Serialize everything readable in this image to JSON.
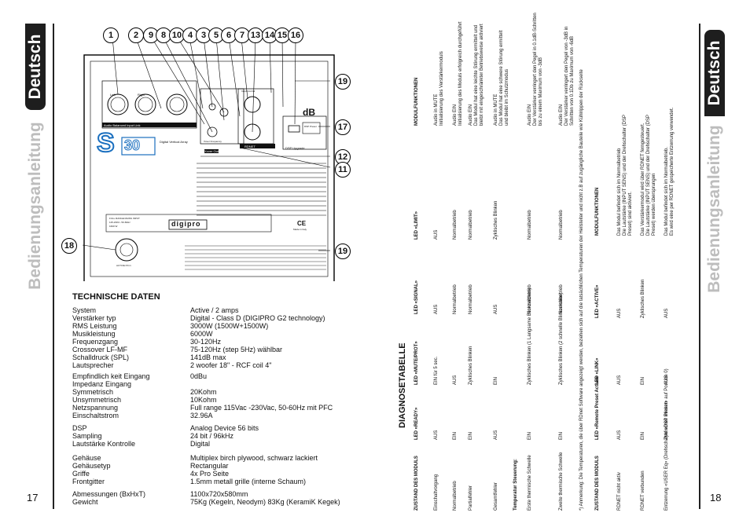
{
  "header": {
    "lang": "Deutsch",
    "edge_title": "Bedienungsanleitung"
  },
  "pages": {
    "left": "17",
    "right": "18"
  },
  "panel": {
    "callouts_top": [
      "1",
      "2",
      "9",
      "8",
      "10",
      "4",
      "3",
      "5",
      "6",
      "7",
      "13",
      "14",
      "15",
      "16"
    ],
    "callouts_side": [
      "19",
      "17",
      "12",
      "11",
      "18",
      "19"
    ],
    "labels": {
      "audio_input": "Audio Balanced Input Link",
      "left": "Left",
      "right": "Right",
      "digital_amp": "Digital Vertical Array",
      "model": "30",
      "model_letter": "S",
      "xover_out": "Xover Out",
      "xover_freq": "Xover Frequency",
      "rdnet": "RDNET",
      "dsp": "DSP Upgrade",
      "dsp_preset": "DSP Preset",
      "input_control": "Input Control",
      "power": "ACTIVE P.F.C.",
      "digipro": "digipro",
      "made_in": "Made in Italy",
      "ce": "CE",
      "full_range": "FULL RANGE MAINS INPUT",
      "voltage1": "115-230V~ 50-60Hz",
      "voltage2": "1600 W",
      "brand": "dB"
    }
  },
  "tech": {
    "title": "TECHNISCHE DATEN",
    "rows": [
      {
        "label": "System",
        "value": "Active / 2 amps"
      },
      {
        "label": "Verstärker typ",
        "value": "Digital - Class D (DIGIPRO G2 technology)"
      },
      {
        "label": "RMS Leistung",
        "value": "3000W (1500W+1500W)"
      },
      {
        "label": "Musikleistung",
        "value": "6000W"
      },
      {
        "label": "Frequenzgang",
        "value": "30-120Hz"
      },
      {
        "label": "Crossover LF-MF",
        "value": "75-120Hz (step 5Hz) wählbar"
      },
      {
        "label": "Schalldruck  (SPL)",
        "value": "141dB max"
      },
      {
        "label": "Lautsprecher",
        "value": "2 woofer 18\" - RCF coil 4\""
      },
      {
        "label": "Empfindlich keit Eingang",
        "value": "0dBu"
      },
      {
        "label": "Impedanz Eingang",
        "value": ""
      },
      {
        "label": "      Symmetrisch",
        "value": "20Kohm"
      },
      {
        "label": "      Unsymmetrisch",
        "value": "10Kohm"
      },
      {
        "label": "Netzspannung",
        "value": "Full range 115Vac -230Vac,  50-60Hz  mit PFC"
      },
      {
        "label": "Einschaltstrom",
        "value": "32.96A"
      },
      {
        "label": "DSP",
        "value": "Analog Device 56 bits"
      },
      {
        "label": "Sampling",
        "value": "24 bit / 96kHz"
      },
      {
        "label": "Lautstärke Kontrolle",
        "value": "Digital"
      },
      {
        "label": "Gehäuse",
        "value": "Multiplex birch plywood, schwarz lackiert"
      },
      {
        "label": "Gehäusetyp",
        "value": "Rectangular"
      },
      {
        "label": "Griffe",
        "value": "4x Pro Seite"
      },
      {
        "label": "Frontgitter",
        "value": "1.5mm metall grille (interne Schaum)"
      },
      {
        "label": "Abmessungen  (BxHxT)",
        "value": "1100x720x580mm"
      },
      {
        "label": "Gewicht",
        "value": "75Kg (Kegeln, Neodym)  83Kg (KeramiK Kegek)"
      }
    ]
  },
  "diag": {
    "title": "DIAGNOSETABELLE",
    "headers": [
      "ZUSTAND DES MODULS",
      "LED «READY»",
      "LED «MUTE/PROT»",
      "LED «SIGNAL»",
      "LED «LIMIT»",
      "MODULFUNKTIONEN"
    ],
    "rows": [
      {
        "state": "Einschaltvorgang",
        "ready": "AUS",
        "mute": "EIN für  5 sec.",
        "signal": "AUS",
        "limit": "AUS",
        "func": [
          "Audio in MUTE",
          "Initialisierung des Verstärkermoduls"
        ]
      },
      {
        "state": "Normalbetrieb",
        "ready": "EIN",
        "mute": "AUS",
        "signal": "Normalbetrieb",
        "limit": "Normalbetrieb",
        "func": [
          "Audio EIN",
          "Initialisierung des Moduls erfolgreich durchgeführt"
        ]
      },
      {
        "state": "Partialfehler",
        "ready": "EIN",
        "mute": "Zyklisches Blinken",
        "signal": "Normalbetrieb",
        "limit": "Normalbetrieb",
        "func": [
          "Audio EIN",
          "Das Modul hat eine leichte Störung ermittelt und",
          "bleibt mit eingeschränkter Betriebsweise aktiviert"
        ]
      },
      {
        "state": "Gesamtfehler",
        "ready": "AUS",
        "mute": "EIN",
        "signal": "AUS",
        "limit": "Zyklisches Blinken",
        "func": [
          "Audio in MUTE",
          "Das Modul hat eine schwere Störung ermittelt",
          "und bleibt im Schutzmodus"
        ]
      },
      {
        "state": "Temperatur Steuerung:",
        "ready": "",
        "mute": "",
        "signal": "",
        "limit": "",
        "func": []
      },
      {
        "state": "Erste thermische Schwelle",
        "ready": "EIN",
        "mute": "Zyklisches Blinken (1 Langsame Blinkzeichen)",
        "signal": "Normalbetrieb",
        "limit": "Normalbetrieb",
        "func": [
          "Audio EIN",
          "Der Verstärker verringert den Pegel in 0.1dB-Schritten",
          "bis zu einem Maximum von -3dB"
        ]
      },
      {
        "state": "Zweite thermische Schwelle",
        "ready": "EIN",
        "mute": "Zyklisches Blinken (2 schnelle Blinkzeichen)",
        "signal": "Normalbetrieb",
        "limit": "Normalbetrieb",
        "func": [
          "Audio EIN",
          "Der Verstärker verringert den Pegel von -3dB in",
          "Schritten von 0.1Db zu Maximum von -6dB"
        ]
      }
    ],
    "note": "*) Anmerkung: Die Temperaturen, die über RDnet Software angezeigt werden, beziehen sich auf die tatsächlichen Temperaturen der Heilsteiter und nicht z.B auf zugängliche Bauteile wie Kühlrippen der Rückseite",
    "headers2": [
      "ZUSTAND DES MODULS",
      "LED «Remote Preset  Active»",
      "LED «LINK»",
      "LED «ACTIVE»",
      "MODULFUNKTIONEN"
    ],
    "rows2": [
      {
        "state": "RDNET nicht aktiv",
        "a": "AUS",
        "b": "AUS",
        "c": "AUS",
        "func": [
          "Das Modul befindet sich im Normalbetrieb",
          "Die Lautstärke (INPUT SENS) und der Drehschalter (DSP",
          "Preset) sind aktiviert."
        ]
      },
      {
        "state": "RDNET verbunden",
        "a": "EIN",
        "b": "EIN",
        "c": "Zyklisches Blinken",
        "func": [
          "Das Verstärkermodul wird über RDNET ferngesteuert.",
          "Die Lautstärke (INPUT SENS) und der Drehschalter (DSP",
          "Preset) werden übersprungen"
        ]
      },
      {
        "state": "Entzerrung «USER Eq» (Drehschalter «DSP Preset» auf Position 0)",
        "a": "Zyklisches Blinken",
        "b": "AUS",
        "c": "AUS",
        "func": [
          "Das Modul befindet sich im Normalbetrieb.",
          "Es wird eine per RDNET gespeicherte Entzerrung verwendet."
        ]
      }
    ]
  }
}
